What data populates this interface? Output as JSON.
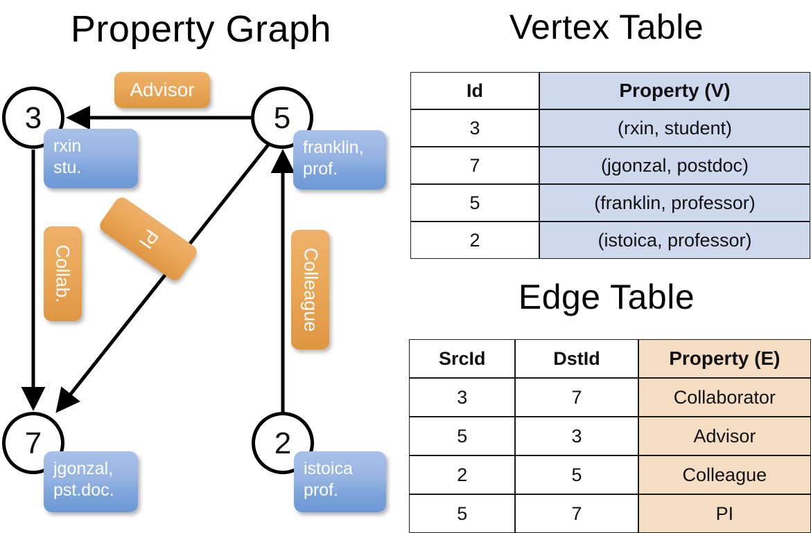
{
  "graph": {
    "title": "Property Graph",
    "nodes": [
      {
        "id": "3",
        "property_lines": [
          "rxin",
          "stu."
        ]
      },
      {
        "id": "5",
        "property_lines": [
          "franklin,",
          "prof."
        ]
      },
      {
        "id": "7",
        "property_lines": [
          "jgonzal,",
          "pst.doc."
        ]
      },
      {
        "id": "2",
        "property_lines": [
          "istoica",
          "prof."
        ]
      }
    ],
    "edge_labels": {
      "advisor": "Advisor",
      "collab": "Collab.",
      "pi": "PI",
      "colleague": "Colleague"
    },
    "edges": [
      {
        "from": "5",
        "to": "3",
        "label": "Advisor"
      },
      {
        "from": "3",
        "to": "7",
        "label": "Collab."
      },
      {
        "from": "5",
        "to": "7",
        "label": "PI"
      },
      {
        "from": "2",
        "to": "5",
        "label": "Colleague"
      }
    ]
  },
  "vertex_table": {
    "title": "Vertex Table",
    "headers": [
      "Id",
      "Property (V)"
    ],
    "rows": [
      {
        "id": "3",
        "property": "(rxin, student)"
      },
      {
        "id": "7",
        "property": "(jgonzal, postdoc)"
      },
      {
        "id": "5",
        "property": "(franklin, professor)"
      },
      {
        "id": "2",
        "property": "(istoica, professor)"
      }
    ]
  },
  "edge_table": {
    "title": "Edge Table",
    "headers": [
      "SrcId",
      "DstId",
      "Property (E)"
    ],
    "rows": [
      {
        "src": "3",
        "dst": "7",
        "property": "Collaborator"
      },
      {
        "src": "5",
        "dst": "3",
        "property": "Advisor"
      },
      {
        "src": "2",
        "dst": "5",
        "property": "Colleague"
      },
      {
        "src": "5",
        "dst": "7",
        "property": "PI"
      }
    ]
  },
  "colors": {
    "vertex_property_fill": "#ced9ed",
    "edge_property_fill": "#f5ddc3",
    "node_property_box": "#7ba3da",
    "edge_label_box": "#eaa95a",
    "stroke": "#000000"
  }
}
